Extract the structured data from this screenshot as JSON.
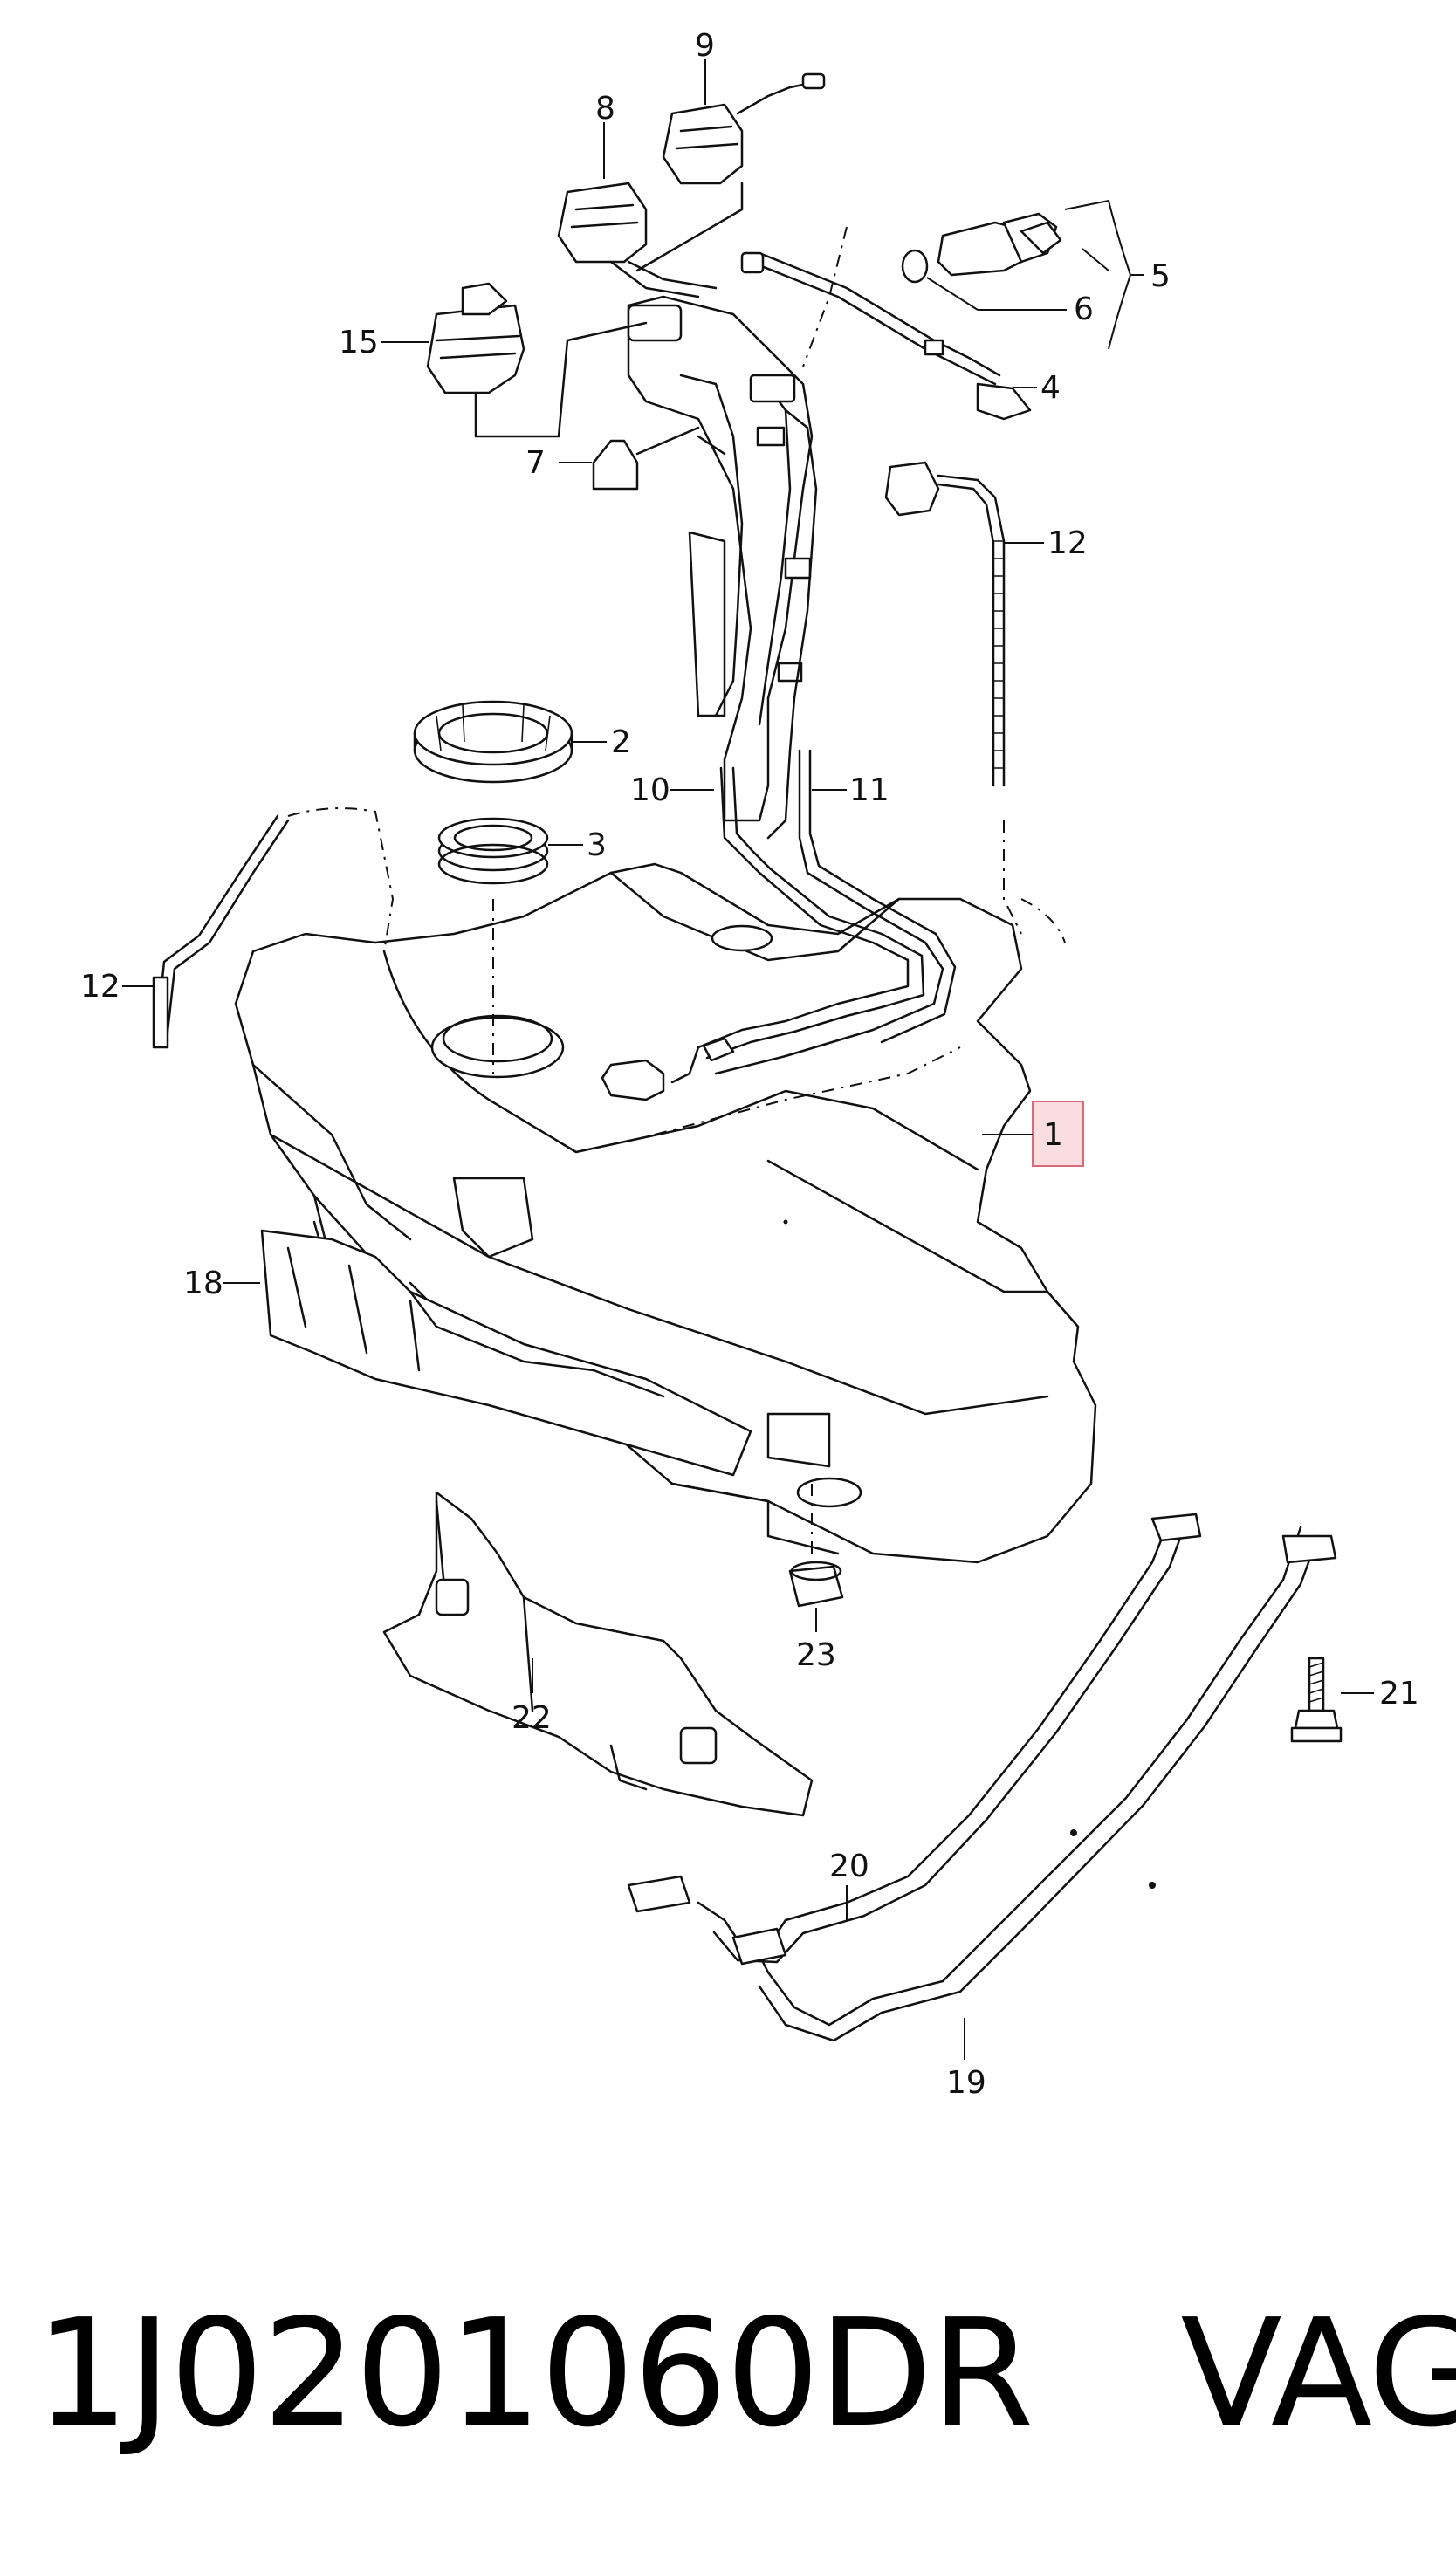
{
  "callouts": [
    {
      "id": "1",
      "highlight_color": "#f9dde1",
      "highlight_border": "#d86a7a"
    },
    {
      "id": "2"
    },
    {
      "id": "3"
    },
    {
      "id": "4"
    },
    {
      "id": "5"
    },
    {
      "id": "6"
    },
    {
      "id": "7"
    },
    {
      "id": "8"
    },
    {
      "id": "9"
    },
    {
      "id": "10"
    },
    {
      "id": "11"
    },
    {
      "id": "12"
    },
    {
      "id": "12"
    },
    {
      "id": "15"
    },
    {
      "id": "18"
    },
    {
      "id": "19"
    },
    {
      "id": "20"
    },
    {
      "id": "21"
    },
    {
      "id": "22"
    },
    {
      "id": "23"
    }
  ],
  "caption": {
    "part_number": "1J0201060DR",
    "brand": "VAG"
  }
}
